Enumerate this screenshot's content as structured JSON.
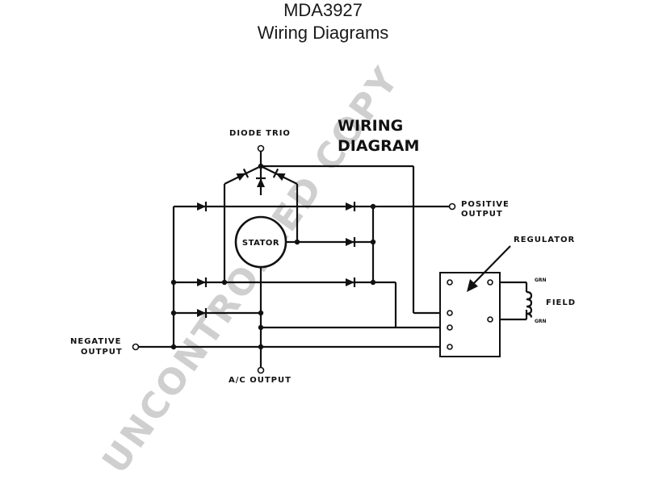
{
  "header": {
    "part_number": "MDA3927",
    "subtitle": "Wiring Diagrams"
  },
  "diagram": {
    "heading_line1": "WIRING",
    "heading_line2": "DIAGRAM",
    "diode_trio": "DIODE TRIO",
    "positive_output_line1": "POSITIVE",
    "positive_output_line2": "OUTPUT",
    "stator": "STATOR",
    "regulator": "REGULATOR",
    "field": "FIELD",
    "grn_top": "GRN",
    "grn_bottom": "GRN",
    "negative_output_line1": "NEGATIVE",
    "negative_output_line2": "OUTPUT",
    "ac_output": "A/C OUTPUT"
  },
  "watermark": {
    "text": "UNCONTROLLED COPY"
  }
}
